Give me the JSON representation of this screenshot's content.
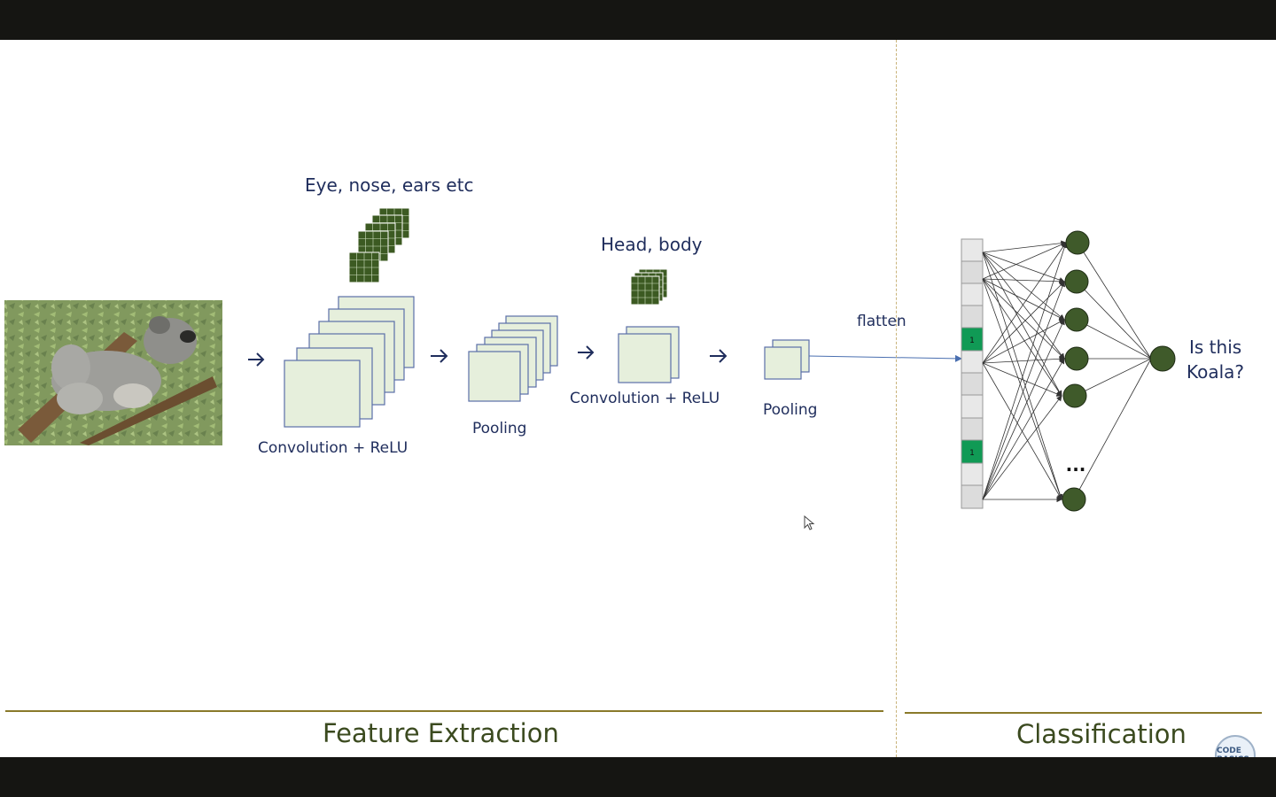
{
  "diagram": {
    "labels": {
      "features_1": "Eye, nose, ears etc",
      "features_2": "Head, body",
      "conv_relu_1": "Convolution + ReLU",
      "pooling_1": "Pooling",
      "conv_relu_2": "Convolution + ReLU",
      "pooling_2": "Pooling",
      "flatten": "flatten",
      "question_line1": "Is this",
      "question_line2": "Koala?",
      "ellipsis": "...",
      "flat_one_a": "1",
      "flat_one_b": "1"
    },
    "sections": {
      "feature_extraction": "Feature Extraction",
      "classification": "Classification"
    },
    "logo_text": "CODE BASICS",
    "colors": {
      "feature_map_fill": "#e6efdc",
      "feature_map_stroke": "#5a6fa8",
      "filter_fill": "#3c5a22",
      "neuron_fill": "#3f5a2a",
      "flat_highlight": "#109a55",
      "text_blue": "#1f2d5c",
      "section_green": "#3b4a1f",
      "rule_gold": "#8a7a2a"
    }
  }
}
